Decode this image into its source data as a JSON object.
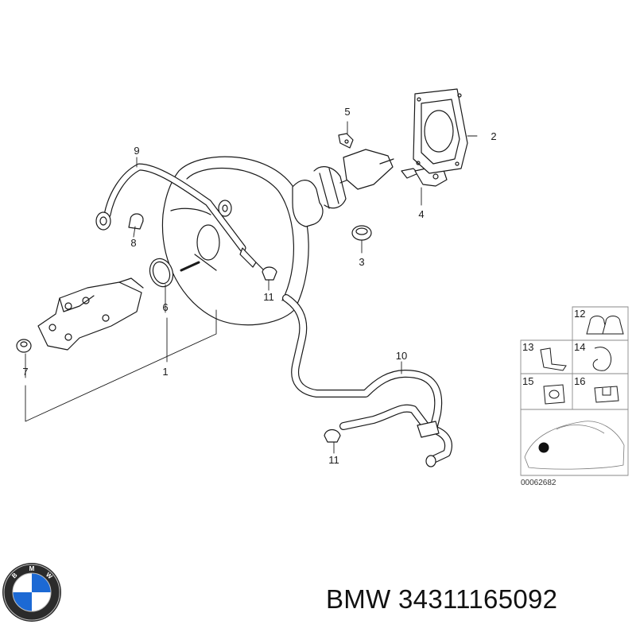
{
  "callouts": {
    "c1": "1",
    "c2": "2",
    "c3": "3",
    "c4": "4",
    "c5": "5",
    "c6": "6",
    "c7": "7",
    "c8": "8",
    "c9": "9",
    "c10": "10",
    "c11a": "11",
    "c11b": "11"
  },
  "inset": {
    "i12": "12",
    "i13": "13",
    "i14": "14",
    "i15": "15",
    "i16": "16"
  },
  "diagram_ref": "00062682",
  "logo": {
    "name": "bmw-logo",
    "text": "BMW"
  },
  "product_title": "BMW 34311165092",
  "colors": {
    "line": "#1a1a1a",
    "blue": "#1c69d4",
    "background": "#ffffff"
  }
}
